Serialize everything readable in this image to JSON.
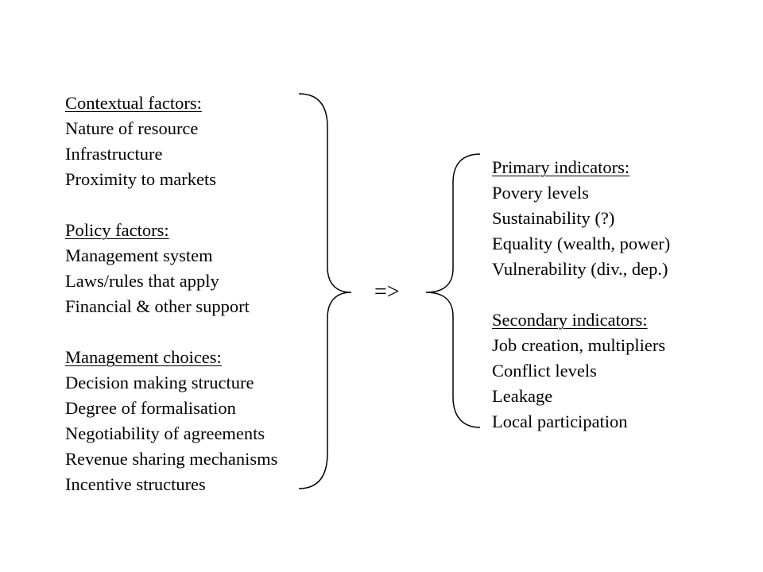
{
  "left": {
    "groups": [
      {
        "heading": "Contextual factors:",
        "items": [
          "Nature of resource",
          "Infrastructure",
          "Proximity to markets"
        ]
      },
      {
        "heading": "Policy factors:",
        "items": [
          "Management system",
          "Laws/rules that apply",
          "Financial & other support"
        ]
      },
      {
        "heading": "Management choices:",
        "items": [
          "Decision making structure",
          "Degree of formalisation",
          "Negotiability of agreements",
          "Revenue sharing mechanisms",
          "Incentive structures"
        ]
      }
    ]
  },
  "arrow": "=>",
  "right": {
    "groups": [
      {
        "heading": "Primary indicators:",
        "items": [
          "Povery levels",
          "Sustainability (?)",
          "Equality (wealth, power)",
          "Vulnerability (div., dep.)"
        ]
      },
      {
        "heading": "Secondary indicators:",
        "items": [
          "Job creation, multipliers",
          "Conflict levels",
          "Leakage",
          "Local participation"
        ]
      }
    ]
  }
}
